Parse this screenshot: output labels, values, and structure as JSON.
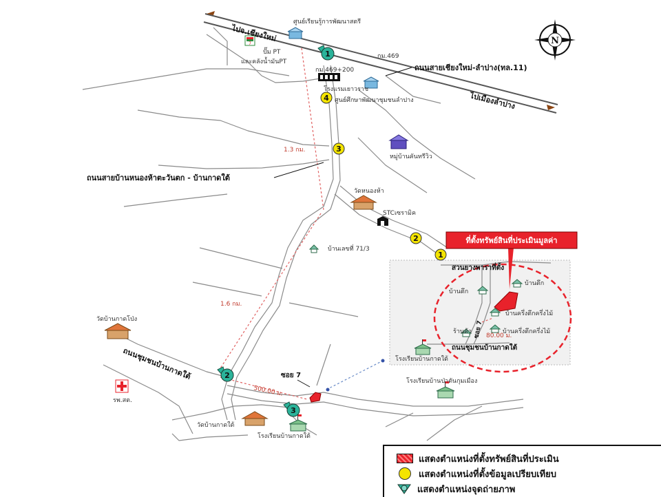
{
  "roads": {
    "highway_11": "ถนนสายเชียงใหม่-ลำปาง(ทล.11)",
    "to_chiang_mai": "ไปจ.เชียงใหม่",
    "to_lampang": "ไปเมืองลำปาง",
    "nonghua_road": "ถนนสายบ้านหนองห้าตะวันตก - บ้านกาดใต้",
    "village_road": "ถนนชุมชนบ้านกาดใต้",
    "village_road_inset": "ถนนชุมชนบ้านกาดใต้",
    "soi7": "ซอย 7",
    "soi7_inset": "ซอย 7"
  },
  "places": {
    "learning_center": "ศูนย์เรียนรู้การพัฒนาสตรี",
    "pt_station": "ปั๊ม PT",
    "pt_depot": "และคลังน้ำมันPT",
    "km_469_200": "กม.469+200",
    "km_469": "กม.469",
    "yaowarat_hotel": "โรงแรมเยาวราช",
    "community_dev": "ศูนย์ศึกษาพัฒนาชุมชนลำปาง",
    "village_kanthari": "หมู่บ้านคันทรีวิว",
    "wat_nonghua": "วัดหนองห้า",
    "stc_ceramic": "STCเซรามิค",
    "house_71_3": "บ้านเลขที่ 71/3",
    "wat_kat_pong": "วัดบ้านกาดโป่ง",
    "hospital": "รพ.สต.",
    "school_pa_sak": "โรงเรียนบ้านป่าตันกุมเมือง",
    "wat_kat_tai": "วัดบ้านกาดใต้",
    "school_kat_tai": "โรงเรียนบ้านกาดใต้",
    "school_kat_tai_inset": "โรงเรียนบ้านกาดใต้"
  },
  "distances": {
    "d1": "1.3 กม.",
    "d2": "1.6 กม.",
    "d3": "500.00 ม.",
    "d4": "80.00 ม."
  },
  "inset": {
    "callout": "ที่ตั้งทรัพย์สินที่ประเมินมูลค่า",
    "garden": "สวนยางพาราที่ตั้ง",
    "house_concrete_1": "บ้านตึก",
    "house_concrete_2": "บ้านตึก",
    "house_half_1": "บ้านครึ่งตึกครึ่งไม้",
    "house_half_2": "บ้านครึ่งตึกครึ่งไม้",
    "shop": "ร้านค้า"
  },
  "markers": {
    "cam1": "1",
    "cam2": "2",
    "cam3": "3",
    "cam4": "4",
    "cmp1": "1",
    "cmp2": "2",
    "cmp3": "3"
  },
  "legend": {
    "property": "แสดงตำแหน่งที่ตั้งทรัพย์สินที่ประเมิน",
    "comparables": "แสดงตำแหน่งที่ตั้งข้อมูลเปรียบเทียบ",
    "photo_points": "แสดงตำแหน่งจุดถ่ายภาพ"
  },
  "compass": {
    "north": "N"
  },
  "colors": {
    "road": "#8a8a8a",
    "highlight": "#e8222b",
    "comparable": "#f4e400",
    "camera": "#2bb39a",
    "inset_bg": "#f1f1f1"
  }
}
